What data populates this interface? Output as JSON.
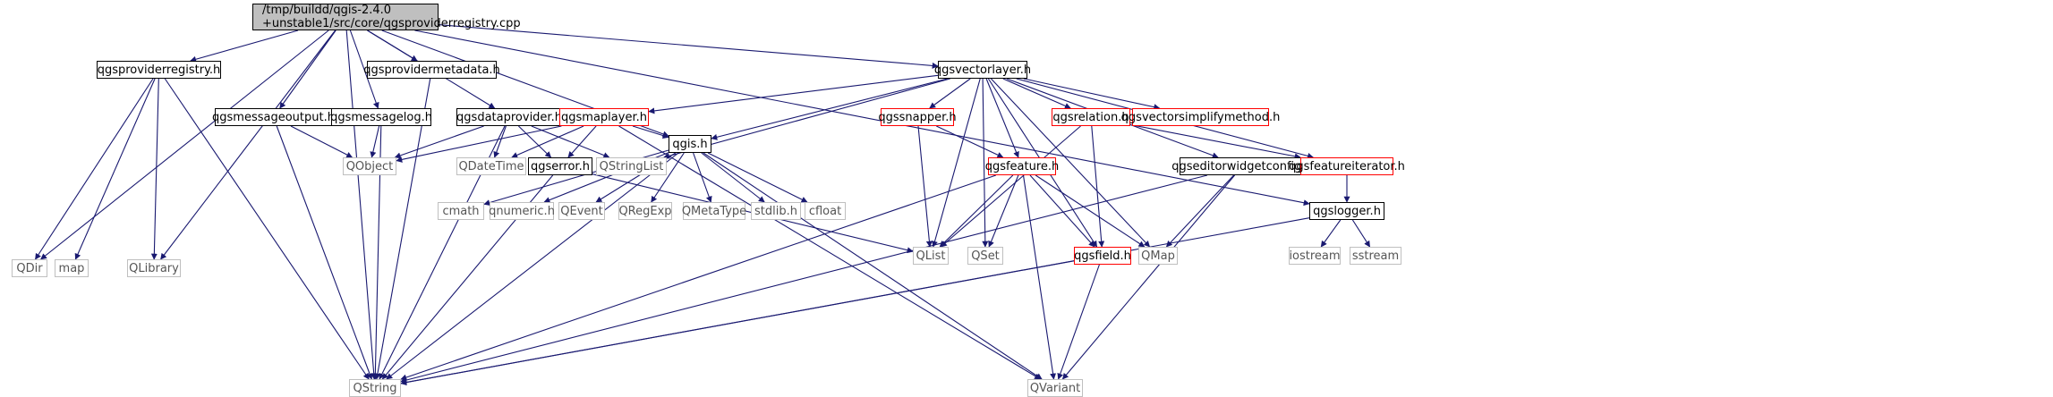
{
  "colors": {
    "edge": "#191970",
    "internal_border": "#000000",
    "external_border": "#bfbfbf",
    "red_border": "#ff0000",
    "root_fill": "#bfbfbf"
  },
  "nodes": {
    "root": {
      "line1": "/tmp/buildd/qgis-2.4.0",
      "line2": "+unstable1/src/core/qgsproviderregistry.cpp"
    },
    "qdir": "QDir",
    "qgsproviderregistry_h": "qgsproviderregistry.h",
    "map": "map",
    "qlibrary": "QLibrary",
    "qgsmessageoutput_h": "qgsmessageoutput.h",
    "qgsmessagelog_h": "qgsmessagelog.h",
    "qgsprovidermetadata_h": "qgsprovidermetadata.h",
    "qgsdataprovider_h": "qgsdataprovider.h",
    "qgsmaplayer_h": "qgsmaplayer.h",
    "qobject": "QObject",
    "qdatetime": "QDateTime",
    "qgserror_h": "qgserror.h",
    "qstringlist": "QStringList",
    "qgis_h": "qgis.h",
    "cmath": "cmath",
    "qnumeric_h": "qnumeric.h",
    "qevent": "QEvent",
    "qregexp": "QRegExp",
    "qmetatype": "QMetaType",
    "stdlib_h": "stdlib.h",
    "cfloat": "cfloat",
    "qstring": "QString",
    "qvectorlayer_h": "qgsvectorlayer.h",
    "qgssnapper_h": "qgssnapper.h",
    "qgsrelation_h": "qgsrelation.h",
    "qgsvectorsimplifymethod_h": "qgsvectorsimplifymethod.h",
    "qgsfeature_h": "qgsfeature.h",
    "qlist": "QList",
    "qset": "QSet",
    "qgsfield_h": "qgsfield.h",
    "qvariant": "QVariant",
    "qmap": "QMap",
    "qgseditorwidgetconfig_h": "qgseditorwidgetconfig.h",
    "qgsfeatureiterator_h": "qgsfeatureiterator.h",
    "qgslogger_h": "qgslogger.h",
    "iostream": "iostream",
    "sstream": "sstream"
  }
}
